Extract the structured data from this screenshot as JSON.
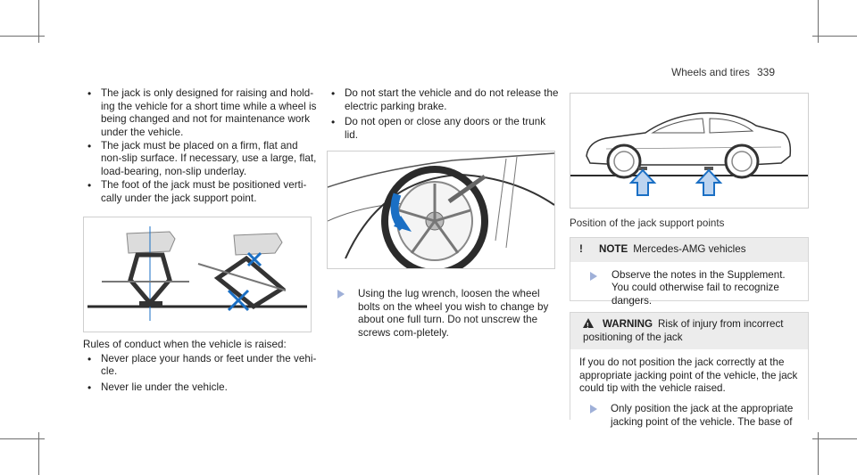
{
  "header": {
    "title": "Wheels and tires",
    "page": "339"
  },
  "col1": {
    "bullets": [
      "The jack is only designed for raising and hold-ing the vehicle for a short time while a wheel is being changed and not for maintenance work under the vehicle.",
      "The jack must be placed on a firm, flat and non-slip surface. If necessary, use a large, flat, load-bearing, non-slip underlay.",
      "The foot of the jack must be positioned verti-cally under the jack support point."
    ],
    "rules_intro": "Rules of conduct when the vehicle is raised:",
    "rules": [
      "Never place your hands or feet under the vehi-cle.",
      "Never lie under the vehicle."
    ]
  },
  "col2": {
    "bullets": [
      "Do not start the vehicle and do not release the electric parking brake.",
      "Do not open or close any doors or the trunk lid."
    ],
    "action": "Using the lug wrench, loosen the wheel bolts on the wheel you wish to change by about one full turn. Do not unscrew the screws com-pletely."
  },
  "col3": {
    "caption": "Position of the jack support points",
    "note": {
      "icon": "!",
      "label": "NOTE",
      "title": "Mercedes-AMG vehicles",
      "action": "Observe the notes in the Supplement. You could otherwise fail to recognize dangers."
    },
    "warning": {
      "label": "WARNING",
      "title": "Risk of injury from incorrect positioning of the jack",
      "body": "If you do not position the jack correctly at the appropriate jacking point of the vehicle, the jack could tip with the vehicle raised.",
      "action": "Only position the jack at the appropriate jacking point of the vehicle. The base of"
    }
  },
  "colors": {
    "accent_blue": "#1a6fc4",
    "arrow_blue": "#9fb0d8",
    "warning_bg": "#ececec"
  }
}
